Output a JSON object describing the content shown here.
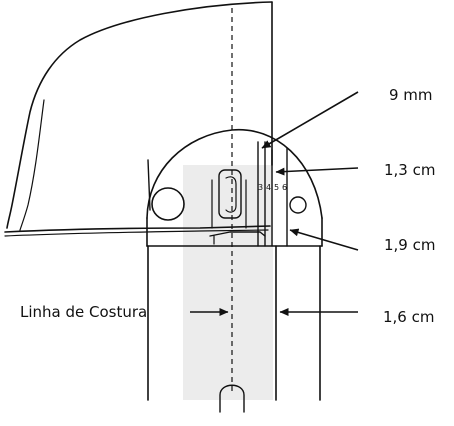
{
  "labels": {
    "measure_9mm": "9 mm",
    "measure_1_3cm": "1,3 cm",
    "measure_1_9cm": "1,9 cm",
    "measure_1_6cm": "1,6 cm",
    "seam_line": "Linha de Costura"
  },
  "throat_plate_scale": [
    "3",
    "4",
    "5",
    "6"
  ],
  "colors": {
    "ink": "#111111",
    "shade": "#ececec",
    "background": "#ffffff"
  }
}
